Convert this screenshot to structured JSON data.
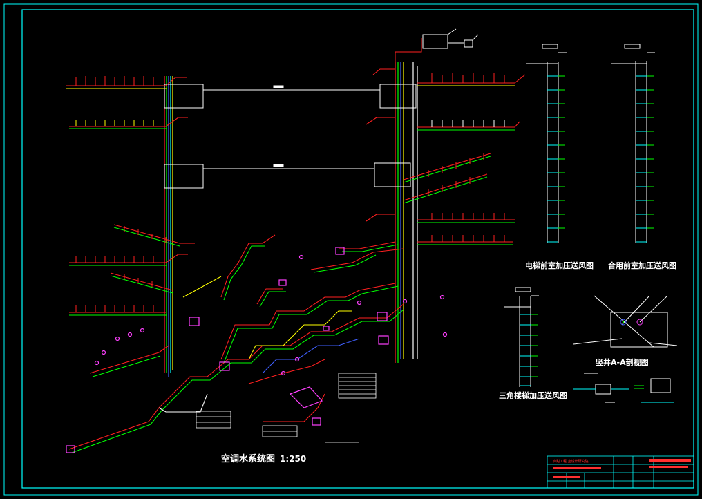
{
  "drawing": {
    "main_title": "空调水系统图",
    "main_scale": "1:250",
    "riser_title_1": "电梯前室加压送风图",
    "riser_title_2": "合用前室加压送风图",
    "riser_title_3": "三角楼梯加压送风图",
    "section_title": "竖井A-A剖视图",
    "title_block_org": "启甜工程 室设计研究院"
  },
  "colors": {
    "background": "#000000",
    "border": "#00ffff",
    "supply_pipe": "#ff2020",
    "return_pipe": "#00ff00",
    "yellow_pipe": "#ffff00",
    "blue_pipe": "#4060ff",
    "magenta_unit": "#ff40ff",
    "white_line": "#ffffff"
  }
}
